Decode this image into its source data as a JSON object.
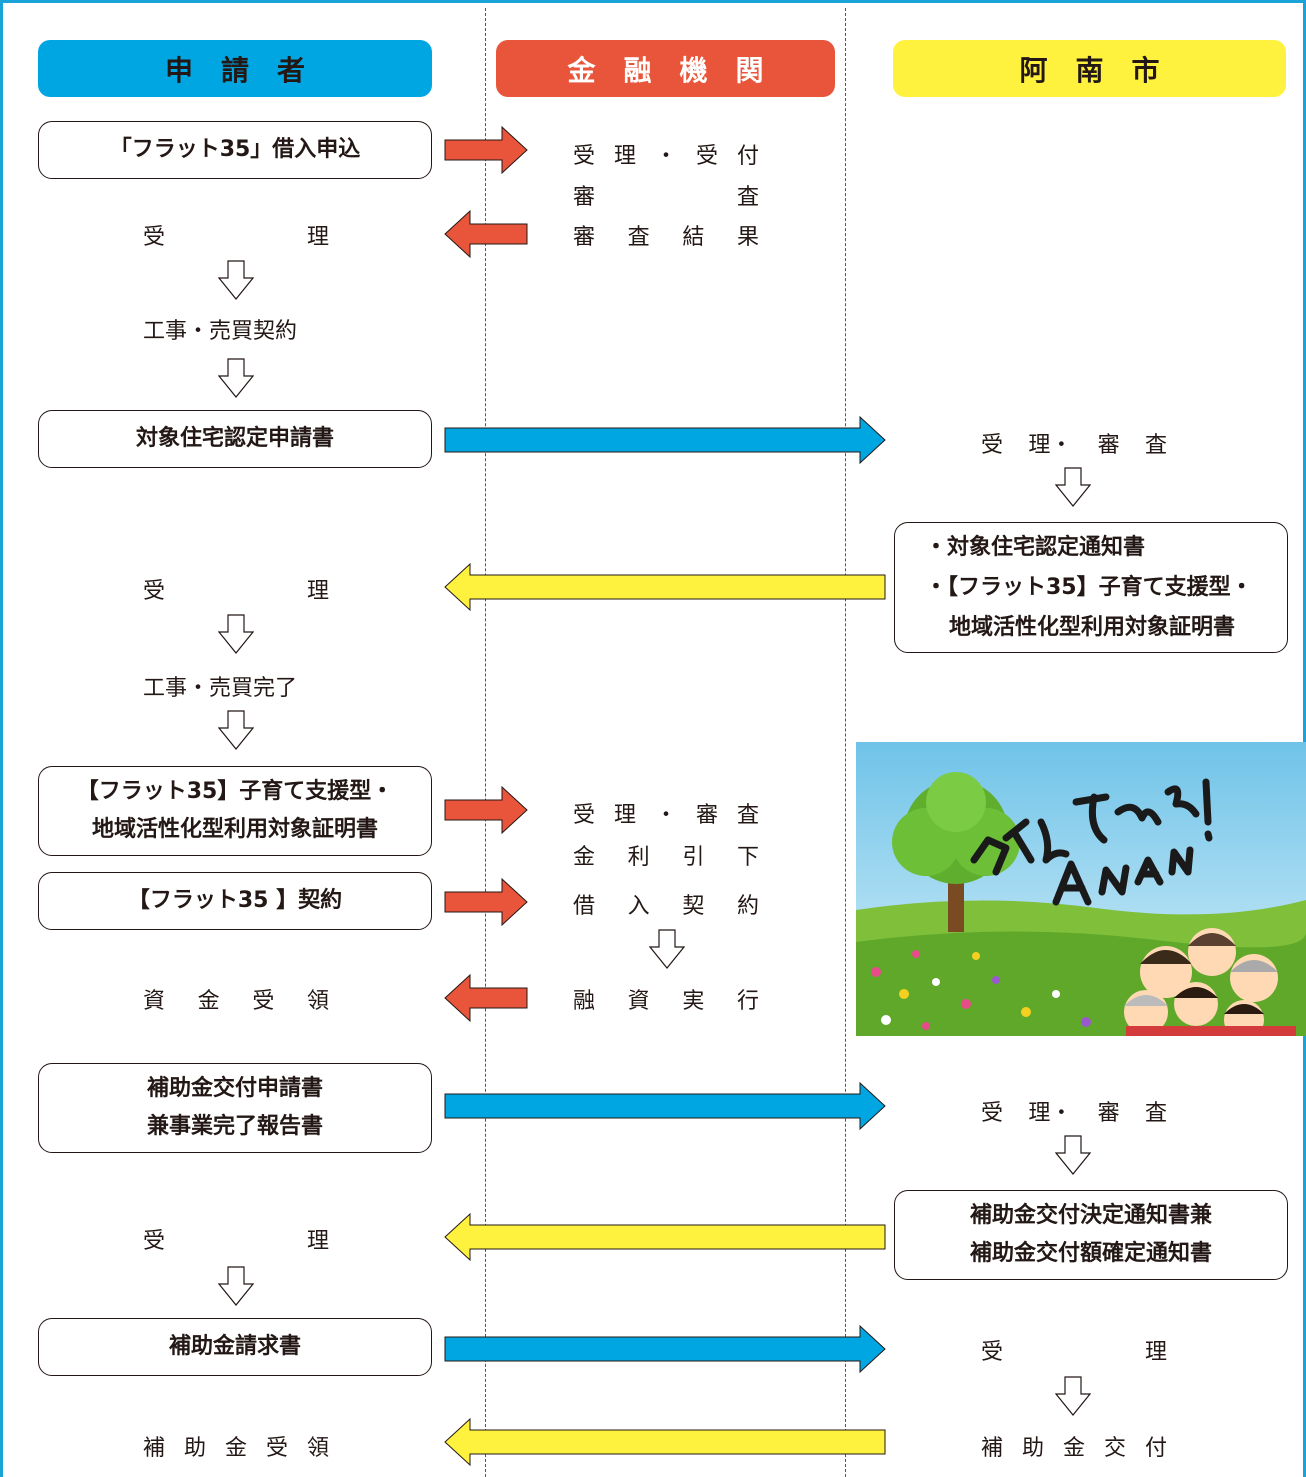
{
  "columns": {
    "applicant": "申　請　者",
    "bank": "金　融　機　関",
    "city": "阿　南　市"
  },
  "colors": {
    "applicant_header": "#00a6e2",
    "bank_header": "#e8553a",
    "city_header": "#fff23f",
    "red_arrow": "#e8553a",
    "blue_arrow": "#00a6e2",
    "yellow_arrow": "#fff23f",
    "frame": "#1aa3d8"
  },
  "applicant": {
    "box_loan_application": "「フラット35」借入申込",
    "received_1": [
      "受",
      "理"
    ],
    "construction_contract": "工事・売買契約",
    "box_certification_request": "対象住宅認定申請書",
    "received_2": [
      "受",
      "理"
    ],
    "construction_complete": "工事・売買完了",
    "box_certificate": [
      "【フラット35】子育て支援型・",
      "地域活性化型利用対象証明書"
    ],
    "box_contract": "【フラット35 】契約",
    "funds_received": [
      "資",
      "金",
      "受",
      "領"
    ],
    "box_subsidy_application": [
      "補助金交付申請書",
      "兼事業完了報告書"
    ],
    "received_3": [
      "受",
      "理"
    ],
    "box_subsidy_claim": "補助金請求書",
    "subsidy_received": [
      "補",
      "助",
      "金",
      "受",
      "領"
    ]
  },
  "bank": {
    "accept_receive": [
      "受",
      "理",
      "・",
      "受",
      "付"
    ],
    "review": [
      "審",
      "査"
    ],
    "review_result": [
      "審",
      "査",
      "結",
      "果"
    ],
    "accept_review": [
      "受",
      "理",
      "・",
      "審",
      "査"
    ],
    "rate_reduction": [
      "金",
      "利",
      "引",
      "下"
    ],
    "loan_contract": [
      "借",
      "入",
      "契",
      "約"
    ],
    "loan_execution": [
      "融",
      "資",
      "実",
      "行"
    ]
  },
  "city": {
    "accept_review_1": [
      "受",
      "理・",
      "審",
      "査"
    ],
    "box_notice": [
      "・対象住宅認定通知書",
      "・【フラット35】子育て支援型・",
      "地域活性化型利用対象証明書"
    ],
    "photo_caption": "住んでみんで！ANAN",
    "accept_review_2": [
      "受",
      "理・",
      "審",
      "査"
    ],
    "box_decision": [
      "補助金交付決定通知書兼",
      "補助金交付額確定通知書"
    ],
    "received": [
      "受",
      "理"
    ],
    "subsidy_grant": [
      "補",
      "助",
      "金",
      "交",
      "付"
    ]
  }
}
